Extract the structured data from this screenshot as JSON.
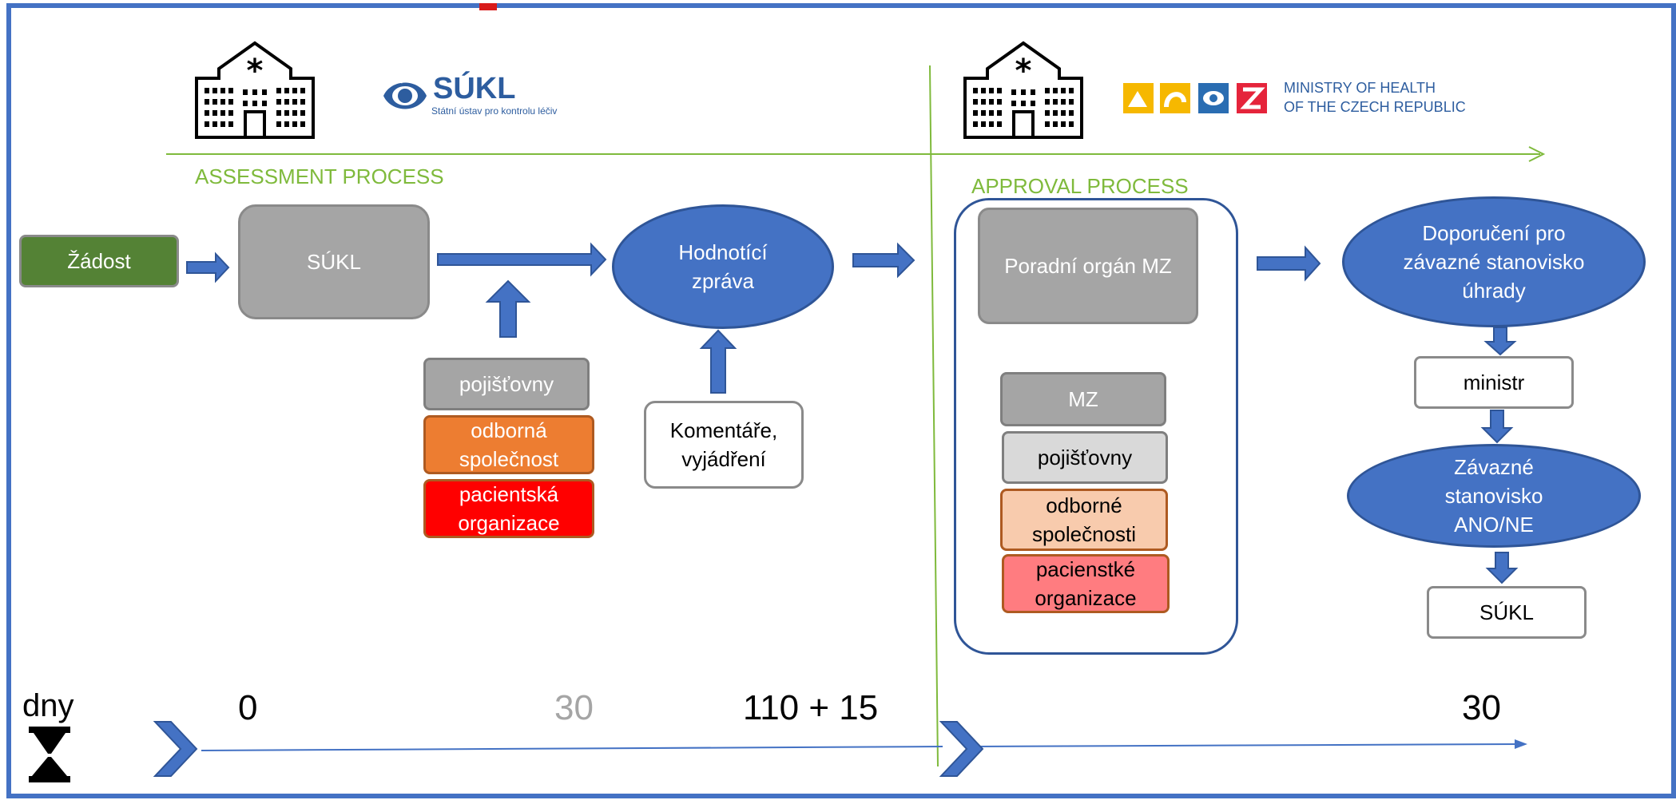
{
  "colors": {
    "blue": "#4472c4",
    "green_dark": "#548235",
    "green_line": "#7fba3c",
    "gray": "#a5a5a5",
    "orange": "#ed7d31",
    "red": "#ff0000",
    "peach": "#f8cbad",
    "pink": "#ff7c80",
    "light_gray": "#d9d9d9"
  },
  "logos": {
    "sukl_name": "SÚKL",
    "sukl_subtitle": "Státní ústav pro kontrolu léčiv",
    "ministry_line1": "MINISTRY OF HEALTH",
    "ministry_line2": "OF THE CZECH REPUBLIC"
  },
  "sections": {
    "assessment": "ASSESSMENT PROCESS",
    "approval": "APPROVAL PROCESS"
  },
  "nodes": {
    "zadost": "Žádost",
    "sukl": "SÚKL",
    "pojistovny_1": "pojišťovny",
    "odborna_spolecnost": "odborná společnost",
    "pacientska_organizace": "pacientská organizace",
    "hodnotici_zprava": "Hodnotící zpráva",
    "komentare": "Komentáře, vyjádření",
    "poradni_organ": "Poradní orgán MZ",
    "mz": "MZ",
    "pojistovny_2": "pojišťovny",
    "odborne_spolecnosti": "odborné společnosti",
    "pacientske_organizace": "pacienstké organizace",
    "doporuceni": "Doporučení  pro závazné stanovisko úhrady",
    "ministr": "ministr",
    "zavazne_stanovisko": "Závazné stanovisko ANO/NE",
    "sukl_final": "SÚKL"
  },
  "timeline": {
    "unit": "dny",
    "day_0": "0",
    "day_30": "30",
    "day_110": "110 + 15",
    "day_30b": "30"
  },
  "icons": [
    "hospital-icon",
    "sukl-eye-icon",
    "ministry-symbols-icon",
    "hourglass-icon",
    "chevron-right-icon",
    "arrow-right-icon",
    "arrow-down-icon",
    "arrow-up-icon"
  ]
}
